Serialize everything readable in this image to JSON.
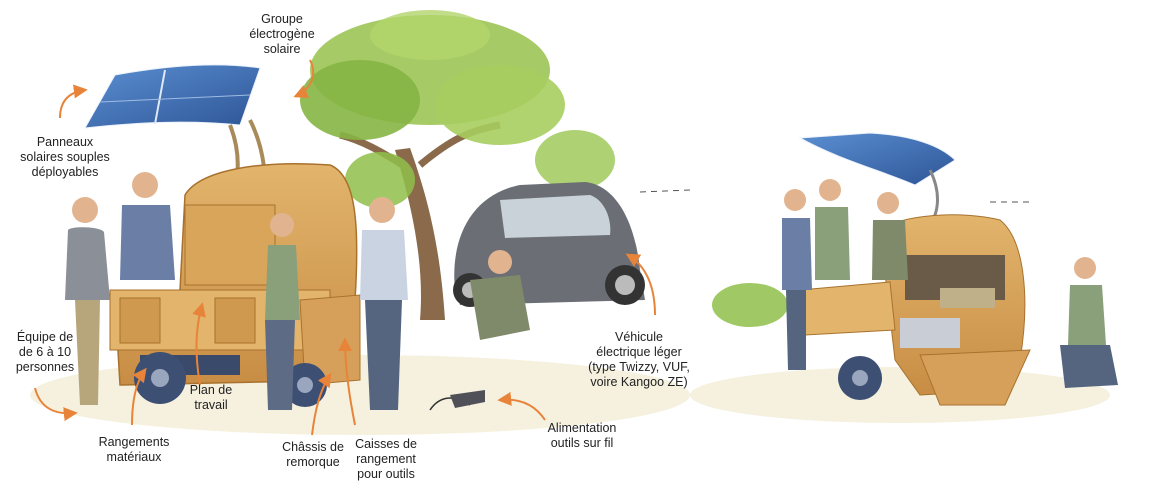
{
  "labels": {
    "groupe": "Groupe\nélectrogène\nsolaire",
    "panneaux": "Panneaux\nsolaires souples\ndéployables",
    "equipe": "Équipe de\nde 6 à 10\npersonnes",
    "rangements": "Rangements\nmatériaux",
    "plan": "Plan de\ntravail",
    "chassis": "Châssis de\nremorque",
    "caisses": "Caisses de\nrangement\npour outils",
    "vehicule": "Véhicule\nélectrique léger\n(type Twizzy, VUF,\nvoire Kangoo ZE)",
    "alimentation": "Alimentation\noutils sur fil"
  },
  "colors": {
    "arrow": "#e8843a",
    "wood": "#d9a55a",
    "wood_dark": "#b77a35",
    "solar": "#3f6fb4",
    "foliage": "#8fbf4a",
    "trunk": "#8a6a4a",
    "car": "#6b6f75"
  },
  "icons": [
    "orange-arrow"
  ]
}
